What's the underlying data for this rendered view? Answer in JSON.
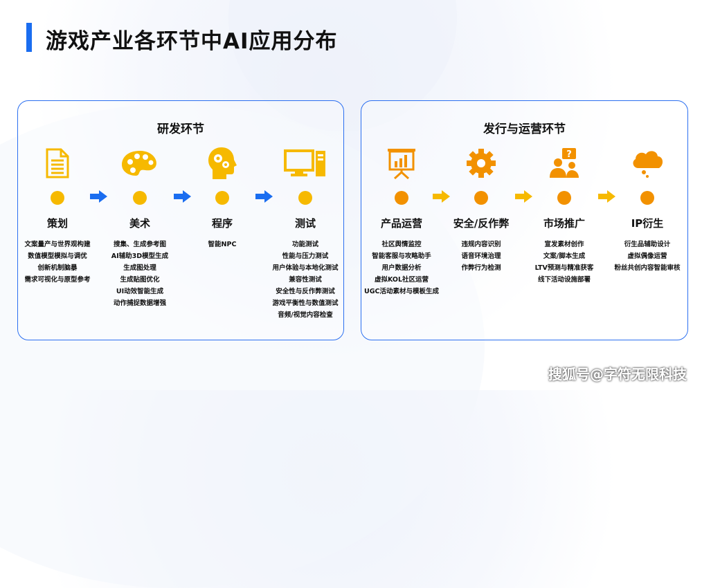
{
  "title": "游戏产业各环节中AI应用分布",
  "colors": {
    "accent": "#1a6df0",
    "yellow": "#f6b900",
    "orange": "#f29100"
  },
  "rd": {
    "title": "研发环节",
    "stages": [
      {
        "icon": "document-icon",
        "label": "策划",
        "items": [
          "文案量产与世界观构建",
          "数值模型模拟与调优",
          "创新机制脑暴",
          "需求可视化与原型参考"
        ]
      },
      {
        "icon": "palette-icon",
        "label": "美术",
        "items": [
          "搜集、生成参考图",
          "AI辅助3D模型生成",
          "生成图处理",
          "生成贴图优化",
          "UI动效智能生成",
          "动作捕捉数据增强"
        ]
      },
      {
        "icon": "head-gears-icon",
        "label": "程序",
        "items": [
          "智能NPC"
        ]
      },
      {
        "icon": "computer-icon",
        "label": "测试",
        "items": [
          "功能测试",
          "性能与压力测试",
          "用户体验与本地化测试",
          "兼容性测试",
          "安全性与反作弊测试",
          "游戏平衡性与数值测试",
          "音频/视觉内容检查"
        ]
      }
    ]
  },
  "ops": {
    "title": "发行与运营环节",
    "stages": [
      {
        "icon": "presentation-chart-icon",
        "label": "产品运营",
        "items": [
          "社区舆情监控",
          "智能客服与攻略助手",
          "用户数据分析",
          "虚拟KOL社区运营",
          "UGC活动素材与模板生成"
        ]
      },
      {
        "icon": "gear-icon",
        "label": "安全/反作弊",
        "items": [
          "违规内容识别",
          "语音环境治理",
          "作弊行为检测"
        ]
      },
      {
        "icon": "people-question-icon",
        "label": "市场推广",
        "items": [
          "宣发素材创作",
          "文案/脚本生成",
          "LTV预测与精准获客",
          "线下活动设施部署"
        ]
      },
      {
        "icon": "idea-cloud-icon",
        "label": "IP衍生",
        "items": [
          "衍生品辅助设计",
          "虚拟偶像运营",
          "粉丝共创内容智能审核"
        ]
      }
    ]
  },
  "watermark": "搜狐号@字符无限科技"
}
